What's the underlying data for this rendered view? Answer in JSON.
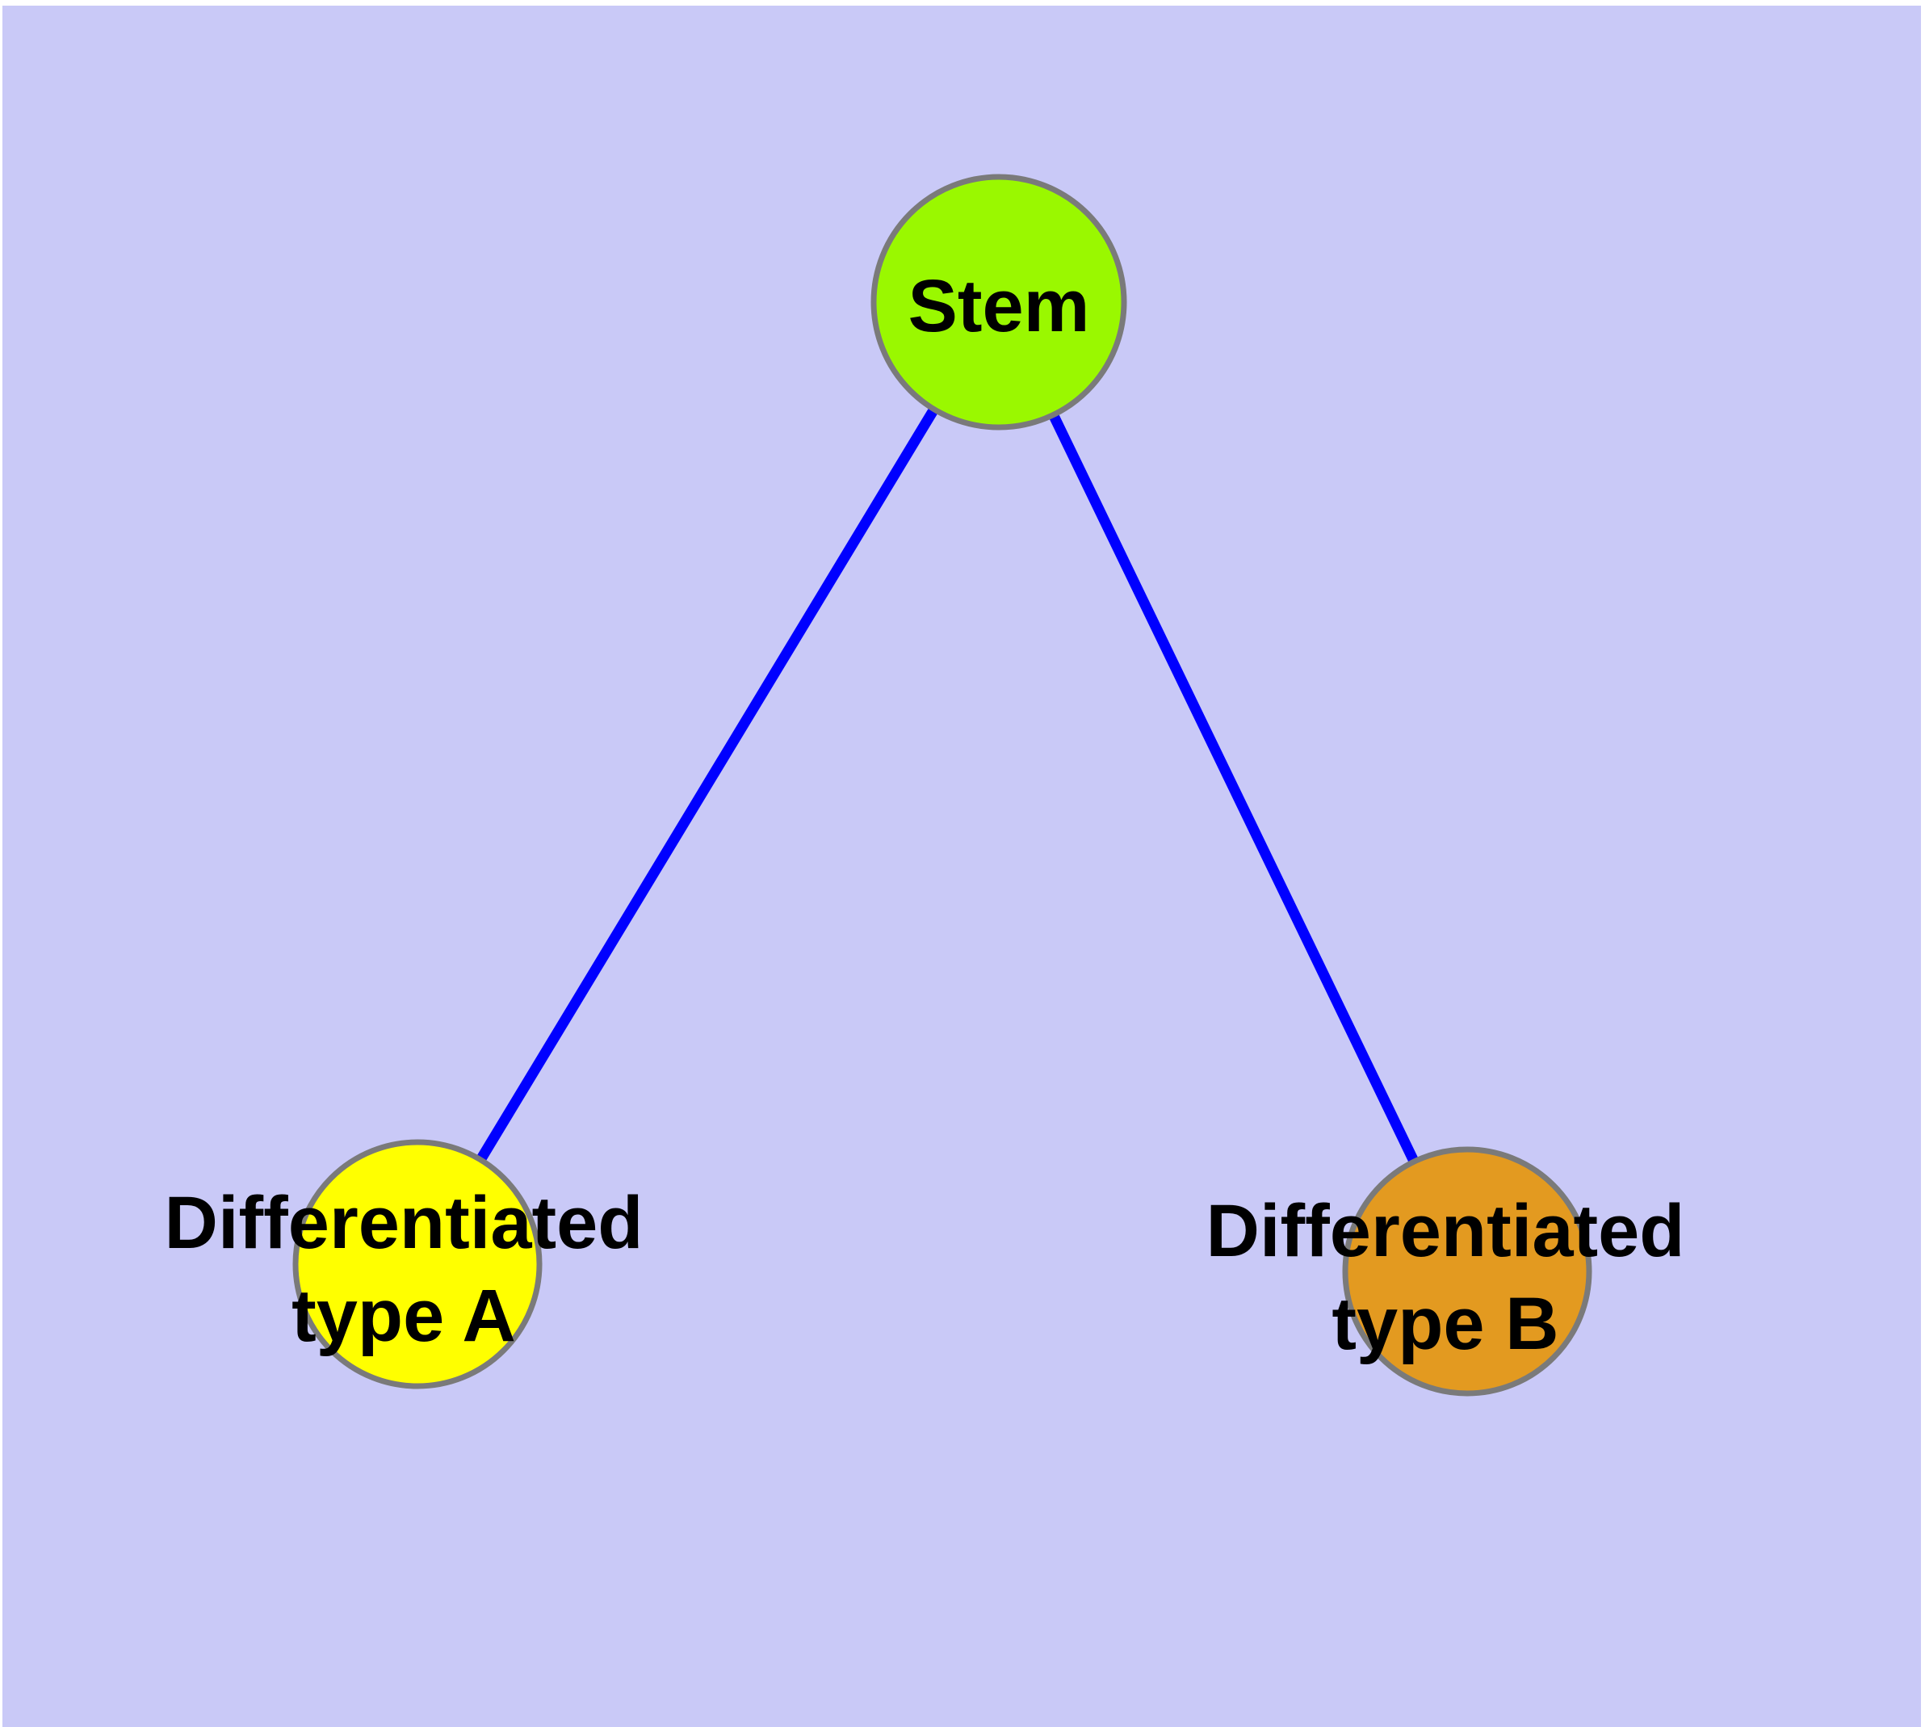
{
  "diagram": {
    "background_color": "#C9C9F7",
    "page_margin_color": "#FFFFFF",
    "edge_color": "#0000FF",
    "node_frame_color": "#7A7A7A",
    "label_color": "#000000",
    "nodes": {
      "stem": {
        "label": "Stem",
        "fill": "#9AF800"
      },
      "type_a": {
        "label_line1": "Differentiated",
        "label_line2": "type A",
        "fill": "#FFFF00"
      },
      "type_b": {
        "label_line1": "Differentiated",
        "label_line2": "type B",
        "fill": "#E39A20"
      }
    },
    "edges": [
      {
        "from": "Stem",
        "to": "Differentiated type A"
      },
      {
        "from": "Stem",
        "to": "Differentiated type B"
      }
    ]
  }
}
